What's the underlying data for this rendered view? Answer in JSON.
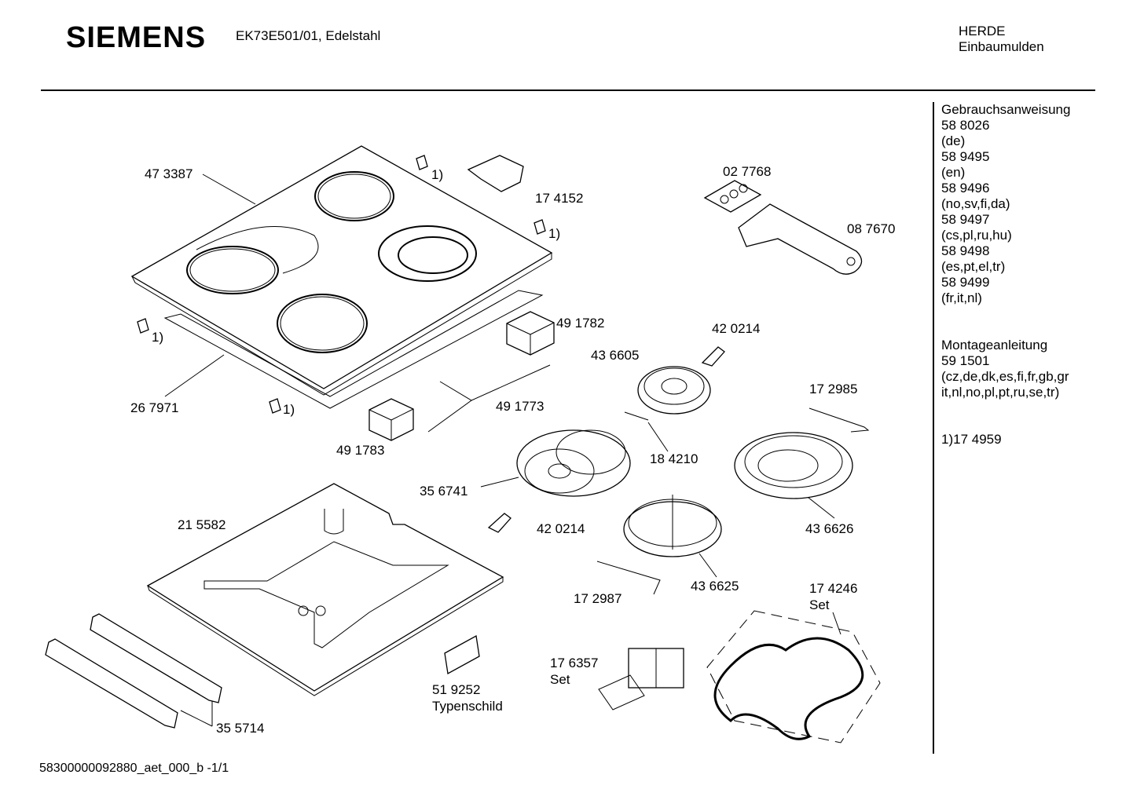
{
  "header": {
    "brand": "SIEMENS",
    "model": "EK73E501/01, Edelstahl",
    "category_line1": "HERDE",
    "category_line2": "Einbaumulden"
  },
  "sidebar": {
    "manual_title": "Gebrauchsanweisung",
    "manuals": [
      {
        "number": "58 8026",
        "lang": "(de)"
      },
      {
        "number": "58 9495",
        "lang": "(en)"
      },
      {
        "number": "58 9496",
        "lang": "(no,sv,fi,da)"
      },
      {
        "number": "58 9497",
        "lang": "(cs,pl,ru,hu)"
      },
      {
        "number": "58 9498",
        "lang": "(es,pt,el,tr)"
      },
      {
        "number": "58 9499",
        "lang": "(fr,it,nl)"
      }
    ],
    "install_title": "Montageanleitung",
    "install_number": "59 1501",
    "install_lang1": "(cz,de,dk,es,fi,fr,gb,gr",
    "install_lang2": "it,nl,no,pl,pt,ru,se,tr)",
    "footnote": "1)17 4959"
  },
  "parts": {
    "p473387": "47 3387",
    "p174152": "17 4152",
    "p027768": "02 7768",
    "p087670": "08 7670",
    "p491782": "49 1782",
    "p420214a": "42 0214",
    "p436605": "43 6605",
    "p172985": "17 2985",
    "p267971": "26 7971",
    "p491773": "49 1773",
    "p491783": "49 1783",
    "p184210": "18 4210",
    "p356741": "35 6741",
    "p215582": "21 5582",
    "p420214b": "42 0214",
    "p436626": "43 6626",
    "p436625": "43 6625",
    "p172987": "17 2987",
    "p174246": "17 4246",
    "p174246_set": "Set",
    "p176357": "17 6357",
    "p176357_set": "Set",
    "p519252": "51 9252",
    "p519252_name": "Typenschild",
    "p355714": "35 5714",
    "fn": "1)"
  },
  "footer": {
    "doc_id": "58300000092880_aet_000_b -1/1"
  }
}
